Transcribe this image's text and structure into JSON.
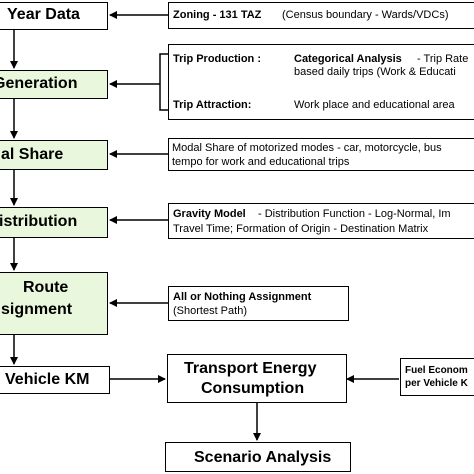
{
  "main_flow": {
    "base_year": "Year Data",
    "generation": "Generation",
    "modal_share": "al Share",
    "distribution": "istribution",
    "route_line1": "Route",
    "route_line2": "signment",
    "vehicle_km": "Vehicle KM",
    "energy_line1": "Transport Energy",
    "energy_line2": "Consumption",
    "scenario": "Scenario Analysis"
  },
  "zoning": {
    "bold": "Zoning - 131 TAZ",
    "text": "(Census boundary - Wards/VDCs)"
  },
  "trip_gen": {
    "production_label": "Trip Production :",
    "production_method": "Categorical Analysis",
    "production_text_1": " - Trip Rate",
    "production_text_2": "based daily trips (Work & Educati",
    "attraction_label": "Trip Attraction:",
    "attraction_text": "Work place and educational area"
  },
  "modal": {
    "line1": "Modal Share of motorized modes - car, motorcycle, bus",
    "line2": "tempo for work and educational trips"
  },
  "gravity": {
    "bold": "Gravity Model",
    "line1_rest": " - Distribution Function - Log-Normal, Im",
    "line2": "Travel Time; Formation of Origin - Destination Matrix"
  },
  "assignment": {
    "bold": "All or Nothing Assignment",
    "text": "(Shortest Path)"
  },
  "fuel": {
    "line1": "Fuel Econom",
    "line2": "per Vehicle K"
  }
}
